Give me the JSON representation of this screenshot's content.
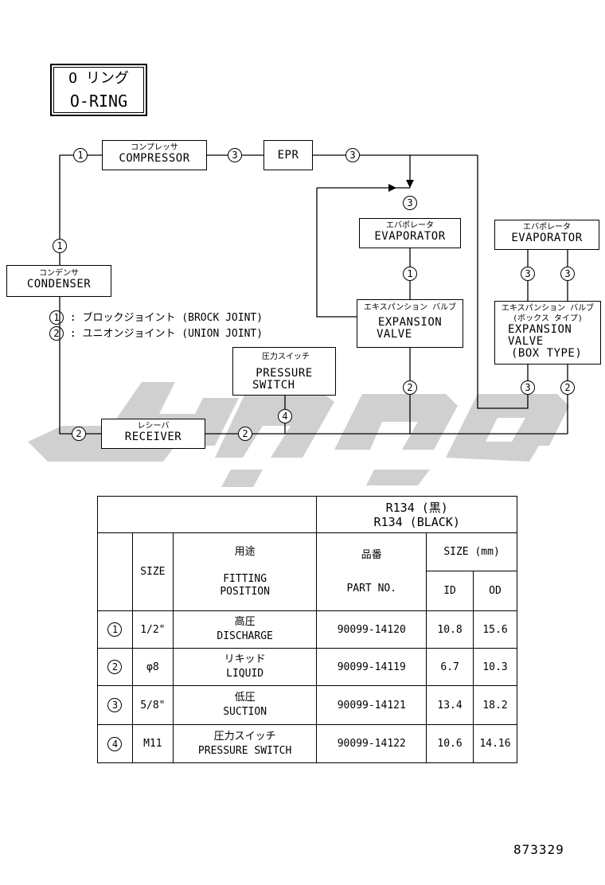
{
  "title": {
    "jp": "O リング",
    "en": "O-RING"
  },
  "components": {
    "compressor": {
      "jp": "コンプレッサ",
      "en": "COMPRESSOR"
    },
    "epr": {
      "en": "EPR"
    },
    "condenser": {
      "jp": "コンデンサ",
      "en": "CONDENSER"
    },
    "evaporator_left": {
      "jp": "エバポレータ",
      "en": "EVAPORATOR"
    },
    "expansion_valve_left": {
      "jp": "エキスパンション バルブ",
      "en1": "EXPANSION",
      "en2": "VALVE"
    },
    "evaporator_right": {
      "jp": "エバポレータ",
      "en": "EVAPORATOR"
    },
    "expansion_valve_right": {
      "jp1": "エキスパンション バルブ",
      "jp2": "(ボックス タイプ)",
      "en1": "EXPANSION",
      "en2": "VALVE",
      "en3": "(BOX TYPE)"
    },
    "pressure_switch": {
      "jp": "圧力スイッチ",
      "en1": "PRESSURE",
      "en2": "SWITCH"
    },
    "receiver": {
      "jp": "レシーバ",
      "en": "RECEIVER"
    }
  },
  "legend": [
    {
      "num": "1",
      "text": ": ブロックジョイント (BROCK JOINT)"
    },
    {
      "num": "2",
      "text": ": ユニオンジョイント (UNION JOINT)"
    }
  ],
  "markers": {
    "m1": "1",
    "m2": "2",
    "m3": "3",
    "m4": "4"
  },
  "table": {
    "refrigerant": {
      "line1": "R134 (黒)",
      "line2": "R134 (BLACK)"
    },
    "headers": {
      "size": "SIZE",
      "use_jp": "用途",
      "use_en1": "FITTING",
      "use_en2": "POSITION",
      "part_jp": "品番",
      "part_en": "PART NO.",
      "size_mm": "SIZE (mm)",
      "id": "ID",
      "od": "OD"
    },
    "rows": [
      {
        "num": "1",
        "size": "1/2\"",
        "jp": "高圧",
        "en": "DISCHARGE",
        "part": "90099-14120",
        "id": "10.8",
        "od": "15.6"
      },
      {
        "num": "2",
        "size": "φ8",
        "jp": "リキッド",
        "en": "LIQUID",
        "part": "90099-14119",
        "id": "6.7",
        "od": "10.3"
      },
      {
        "num": "3",
        "size": "5/8\"",
        "jp": "低圧",
        "en": "SUCTION",
        "part": "90099-14121",
        "id": "13.4",
        "od": "18.2"
      },
      {
        "num": "4",
        "size": "M11",
        "jp": "圧力スイッチ",
        "en": "PRESSURE SWITCH",
        "part": "90099-14122",
        "id": "10.6",
        "od": "14.16"
      }
    ]
  },
  "figure_number": "873329"
}
